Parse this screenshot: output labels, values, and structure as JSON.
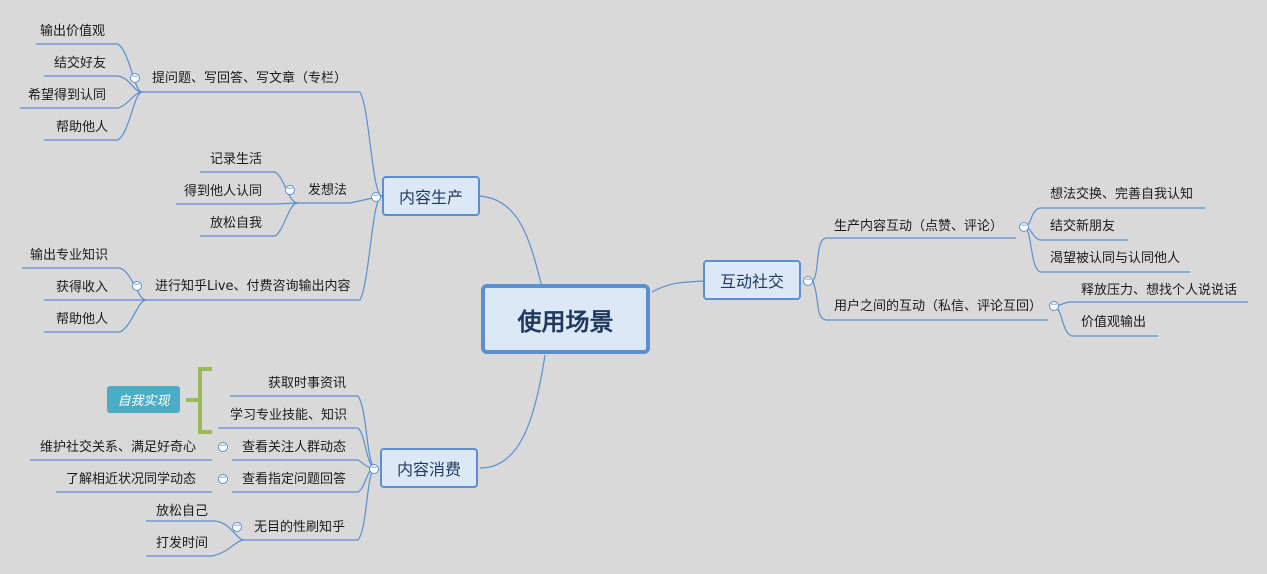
{
  "root": {
    "label": "使用场景"
  },
  "left": {
    "production": {
      "label": "内容生产",
      "groups": [
        {
          "label": "提问题、写回答、写文章（专栏）",
          "items": [
            "输出价值观",
            "结交好友",
            "希望得到认同",
            "帮助他人"
          ]
        },
        {
          "label": "发想法",
          "items": [
            "记录生活",
            "得到他人认同",
            "放松自我"
          ]
        },
        {
          "label": "进行知乎Live、付费咨询输出内容",
          "items": [
            "输出专业知识",
            "获得收入",
            "帮助他人"
          ]
        }
      ]
    },
    "consumption": {
      "label": "内容消费",
      "groups": [
        {
          "label": "获取时事资讯",
          "items": []
        },
        {
          "label": "学习专业技能、知识",
          "items": []
        },
        {
          "label": "查看关注人群动态",
          "items": [
            "维护社交关系、满足好奇心"
          ]
        },
        {
          "label": "查看指定问题回答",
          "items": [
            "了解相近状况同学动态"
          ]
        },
        {
          "label": "无目的性刷知乎",
          "items": [
            "放松自己",
            "打发时间"
          ]
        }
      ],
      "summary_tag": "自我实现"
    }
  },
  "right": {
    "interaction": {
      "label": "互动社交",
      "groups": [
        {
          "label": "生产内容互动（点赞、评论）",
          "items": [
            "想法交换、完善自我认知",
            "结交新朋友",
            "渴望被认同与认同他人"
          ]
        },
        {
          "label": "用户之间的互动（私信、评论互回）",
          "items": [
            "释放压力、想找个人说说话",
            "价值观输出"
          ]
        }
      ]
    }
  },
  "colors": {
    "line": "#5b8fd1",
    "node_fill": "#dce8f5",
    "tag": "#4bacc6",
    "bracket": "#9bbb59",
    "background": "#d9d9d9"
  },
  "toggle_symbol": "−"
}
